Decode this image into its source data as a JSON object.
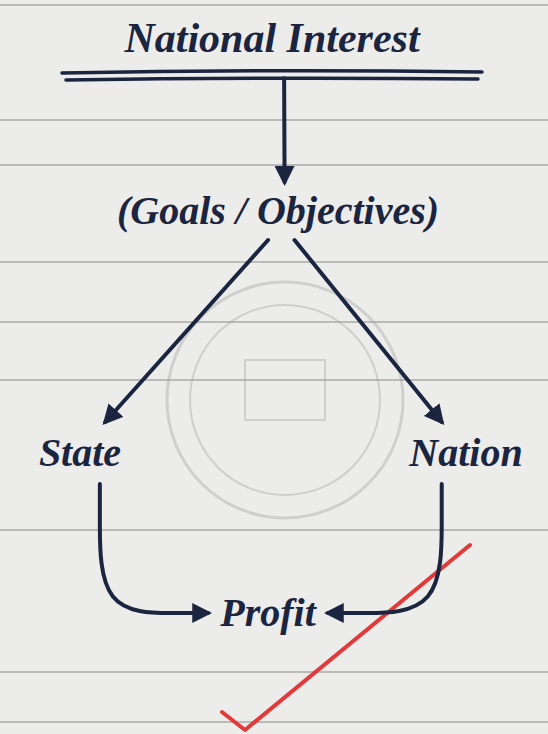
{
  "diagram": {
    "nodes": [
      {
        "text": [
          "National Interest"
        ]
      },
      {
        "text": [
          "(Goals / Objectives)"
        ]
      },
      {
        "text": [
          "State"
        ]
      },
      {
        "text": [
          "Nation"
        ]
      },
      {
        "text": [
          "Profit"
        ]
      }
    ],
    "edges": [
      {
        "from": 0,
        "to": 1,
        "arrow": "to"
      },
      {
        "from": 1,
        "to": 2,
        "arrow": "to"
      },
      {
        "from": 1,
        "to": 3,
        "arrow": "to"
      },
      {
        "from": 2,
        "to": 4,
        "arrow": "to"
      },
      {
        "from": 3,
        "to": 4,
        "arrow": "to"
      }
    ]
  }
}
